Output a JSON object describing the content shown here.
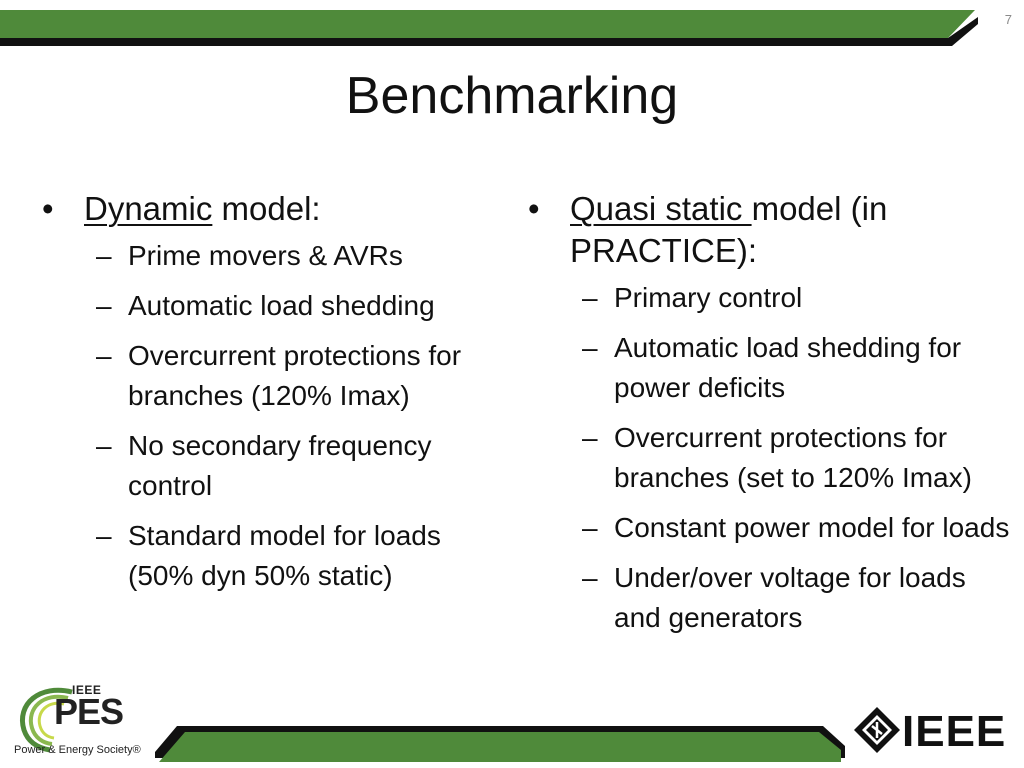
{
  "slide": {
    "number": "7",
    "title": "Benchmarking",
    "colors": {
      "band_green": "#4f8a3a",
      "band_dark": "#111111",
      "text": "#111111",
      "slide_number": "#8a8a8a"
    }
  },
  "left_column": {
    "heading_underlined": "Dynamic",
    "heading_rest": " model:",
    "items": [
      "Prime movers & AVRs",
      "Automatic load shedding",
      "Overcurrent protections for branches (120% Imax)",
      "No secondary frequency control",
      "Standard model for loads (50% dyn 50% static)"
    ]
  },
  "right_column": {
    "heading_underlined": "Quasi static ",
    "heading_rest": "model (in PRACTICE):",
    "items": [
      "Primary control",
      "Automatic load shedding for power deficits",
      "Overcurrent protections for branches (set to 120% Imax)",
      "Constant power model for loads",
      "Under/over voltage for loads and generators"
    ]
  },
  "symbols": {
    "bullet": "•",
    "dash": "–"
  },
  "logos": {
    "pes": {
      "ieee_text": "IEEE",
      "pes_text": "PES",
      "society_text": "Power & Energy Society®"
    },
    "ieee": {
      "word": "IEEE"
    }
  }
}
